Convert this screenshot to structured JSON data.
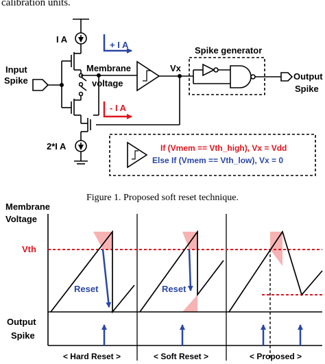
{
  "top_clip_text": "calibration units.",
  "circuit": {
    "source_top_label": "I A",
    "source_bottom_label": "2*I A",
    "arrow_plus_label": "+ I A",
    "arrow_minus_label": "- I A",
    "input_label_line1": "Input",
    "input_label_line2": "Spike",
    "membrane_label_line1": "Membrane",
    "membrane_label_line2": "voltage",
    "vx_label": "Vx",
    "spike_generator_label": "Spike generator",
    "output_label_line1": "Output",
    "output_label_line2": "Spike",
    "logic_line1": "If (Vmem == Vth_high), Vx = Vdd",
    "logic_line2": "Else If (Vmem == Vth_low), Vx = 0"
  },
  "figure_caption": "Figure 1. Proposed soft reset technique.",
  "timing": {
    "y_label_line1": "Membrane",
    "y_label_line2": "Voltage",
    "vth_label": "Vth",
    "reset_label": "Reset",
    "output_label_line1": "Output",
    "output_label_line2": "Spike",
    "sections": [
      "< Hard Reset >",
      "< Soft Reset >",
      "< Proposed >"
    ]
  },
  "colors": {
    "blue": "#2946a6",
    "red": "#e0141e",
    "pink": "#f7b3b3",
    "black": "#000000"
  }
}
